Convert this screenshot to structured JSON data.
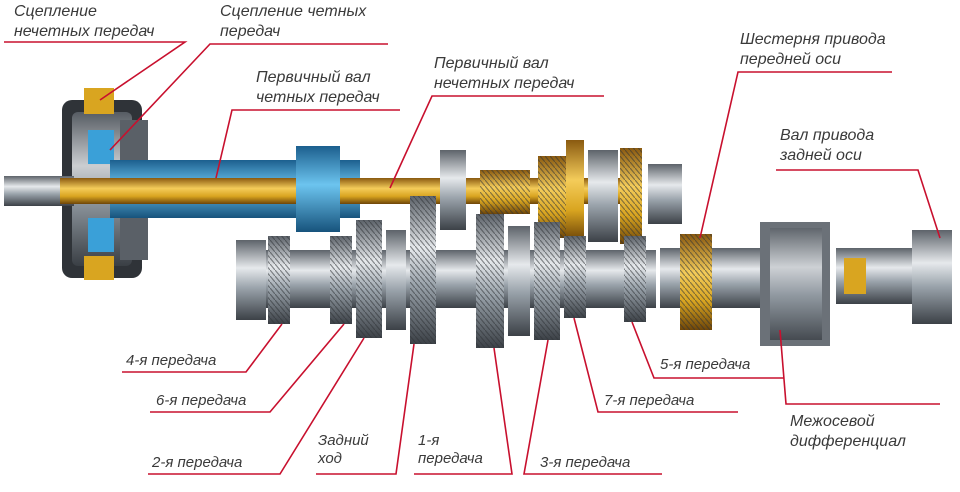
{
  "labels": {
    "odd_clutch": [
      "Сцепление",
      "нечетных передач"
    ],
    "even_clutch": [
      "Сцепление четных",
      "передач"
    ],
    "even_shaft": [
      "Первичный вал",
      "четных передач"
    ],
    "odd_shaft": [
      "Первичный вал",
      "нечетных передач"
    ],
    "front_gear": [
      "Шестерня привода",
      "передней оси"
    ],
    "rear_shaft": [
      "Вал привода",
      "задней оси"
    ],
    "gear4": "4-я передача",
    "gear6": "6-я передача",
    "gear2": "2-я передача",
    "reverse": [
      "Задний",
      "ход"
    ],
    "gear1": [
      "1-я",
      "передача"
    ],
    "gear3": "3-я передача",
    "gear7": "7-я передача",
    "gear5": "5-я передача",
    "center_diff": [
      "Межосевой",
      "дифференциал"
    ]
  },
  "colors": {
    "leader": "#c8102e",
    "text": "#3a3a3a",
    "steel": "#9aa3ab",
    "gold": "#d9a520",
    "blue": "#3aa0d8"
  }
}
